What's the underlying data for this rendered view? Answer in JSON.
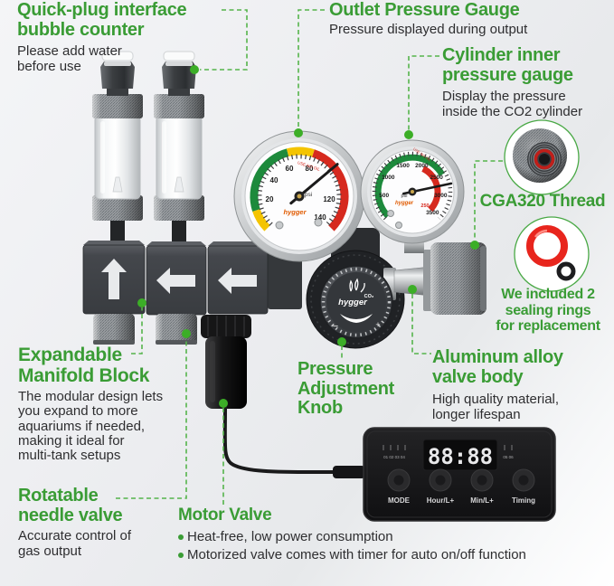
{
  "accent": {
    "green": "#3a9c35",
    "dash": "#55b44b",
    "dot": "#3cae27",
    "red": "#d6291e"
  },
  "annotations": {
    "quick_plug": {
      "title_line1": "Quick-plug interface",
      "title_line2": "bubble counter",
      "desc_line1": "Please add water",
      "desc_line2": "before use"
    },
    "outlet_gauge": {
      "title": "Outlet Pressure Gauge",
      "desc": "Pressure displayed during output"
    },
    "cylinder_gauge": {
      "title_line1": "Cylinder inner",
      "title_line2": "pressure gauge",
      "desc_line1": "Display the pressure",
      "desc_line2": "inside the CO2 cylinder"
    },
    "cga_thread": {
      "title": "CGA320 Thread"
    },
    "sealing_rings": {
      "line1": "We included 2",
      "line2": "sealing rings",
      "line3": "for replacement"
    },
    "aluminum_body": {
      "title_line1": "Aluminum alloy",
      "title_line2": "valve body",
      "desc_line1": "High quality material,",
      "desc_line2": "longer lifespan"
    },
    "manifold": {
      "title_line1": "Expandable",
      "title_line2": "Manifold Block",
      "desc_line1": "The modular design lets",
      "desc_line2": "you expand to more",
      "desc_line3": "aquariums if needed,",
      "desc_line4": "making it ideal for",
      "desc_line5": "multi-tank setups"
    },
    "pressure_knob": {
      "title_line1": "Pressure",
      "title_line2": "Adjustment",
      "title_line3": "Knob"
    },
    "needle_valve": {
      "title_line1": "Rotatable",
      "title_line2": "needle valve",
      "desc_line1": "Accurate control of",
      "desc_line2": "gas output"
    },
    "motor_valve": {
      "title": "Motor Valve",
      "bullet1": "Heat-free, low power consumption",
      "bullet2": "Motorized valve comes with timer for auto on/off function"
    }
  },
  "device": {
    "brand": "hygger",
    "brand_sub": "CO₂",
    "knob_minus": "−",
    "knob_plus": "+",
    "gauge_outlet": {
      "unit": "psi",
      "brand": "hygger",
      "warning": "USE NO OIL",
      "ticks": [
        "20",
        "40",
        "60",
        "80",
        "120",
        "140"
      ]
    },
    "gauge_cylinder": {
      "unit": "psi",
      "brand": "hygger",
      "warning": "USE NO OIL",
      "red_tick": "250",
      "ticks": [
        "500",
        "1000",
        "1500",
        "2000",
        "2500",
        "3000",
        "3500"
      ]
    }
  },
  "timer": {
    "display": "88:88",
    "indicators_left": "01 02 03 04",
    "indicators_right": "05 06",
    "buttons": [
      "MODE",
      "Hour/L+",
      "Min/L+",
      "Timing"
    ]
  }
}
